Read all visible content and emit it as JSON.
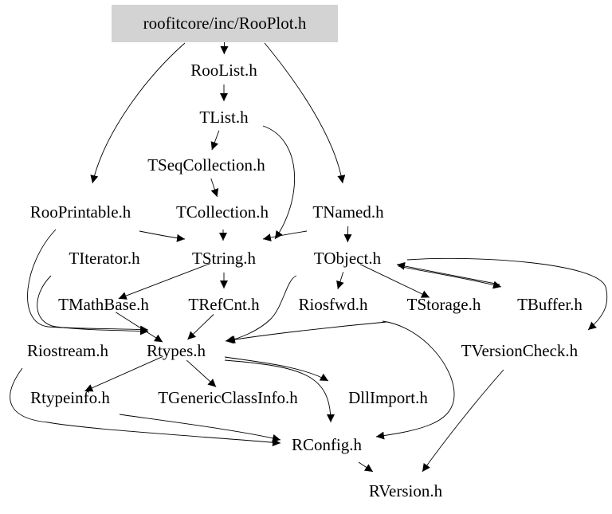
{
  "diagram": {
    "nodes": [
      {
        "id": "root",
        "label": "roofitcore/inc/RooPlot.h",
        "highlight": true
      },
      {
        "id": "roolist",
        "label": "RooList.h"
      },
      {
        "id": "tlist",
        "label": "TList.h"
      },
      {
        "id": "tseqcoll",
        "label": "TSeqCollection.h"
      },
      {
        "id": "rooprintable",
        "label": "RooPrintable.h"
      },
      {
        "id": "tcollection",
        "label": "TCollection.h"
      },
      {
        "id": "tnamed",
        "label": "TNamed.h"
      },
      {
        "id": "titerator",
        "label": "TIterator.h"
      },
      {
        "id": "tstring",
        "label": "TString.h"
      },
      {
        "id": "tobject",
        "label": "TObject.h"
      },
      {
        "id": "tmathbase",
        "label": "TMathBase.h"
      },
      {
        "id": "trefcnt",
        "label": "TRefCnt.h"
      },
      {
        "id": "riosfwd",
        "label": "Riosfwd.h"
      },
      {
        "id": "tstorage",
        "label": "TStorage.h"
      },
      {
        "id": "tbuffer",
        "label": "TBuffer.h"
      },
      {
        "id": "riostream",
        "label": "Riostream.h"
      },
      {
        "id": "rtypes",
        "label": "Rtypes.h"
      },
      {
        "id": "tversioncheck",
        "label": "TVersionCheck.h"
      },
      {
        "id": "rtypeinfo",
        "label": "Rtypeinfo.h"
      },
      {
        "id": "tgenericclassinfo",
        "label": "TGenericClassInfo.h"
      },
      {
        "id": "dllimport",
        "label": "DllImport.h"
      },
      {
        "id": "rconfig",
        "label": "RConfig.h"
      },
      {
        "id": "rversion",
        "label": "RVersion.h"
      }
    ],
    "edges": [
      [
        "root",
        "roolist"
      ],
      [
        "root",
        "rooprintable"
      ],
      [
        "root",
        "tnamed"
      ],
      [
        "roolist",
        "tlist"
      ],
      [
        "tlist",
        "tseqcoll"
      ],
      [
        "tlist",
        "tstring"
      ],
      [
        "tseqcoll",
        "tcollection"
      ],
      [
        "tcollection",
        "tstring"
      ],
      [
        "rooprintable",
        "tstring"
      ],
      [
        "rooprintable",
        "rtypes"
      ],
      [
        "tnamed",
        "tstring"
      ],
      [
        "tnamed",
        "tobject"
      ],
      [
        "titerator",
        "rtypes"
      ],
      [
        "tstring",
        "tmathbase"
      ],
      [
        "tstring",
        "trefcnt"
      ],
      [
        "tstring",
        "rtypes"
      ],
      [
        "tobject",
        "riosfwd"
      ],
      [
        "tobject",
        "tstorage"
      ],
      [
        "tobject",
        "tbuffer"
      ],
      [
        "tobject",
        "tversioncheck"
      ],
      [
        "tbuffer",
        "tobject"
      ],
      [
        "tmathbase",
        "rtypes"
      ],
      [
        "trefcnt",
        "rtypes"
      ],
      [
        "tstorage",
        "rtypes"
      ],
      [
        "tstorage",
        "rconfig"
      ],
      [
        "rtypes",
        "rtypeinfo"
      ],
      [
        "rtypes",
        "tgenericclassinfo"
      ],
      [
        "rtypes",
        "dllimport"
      ],
      [
        "rtypes",
        "rconfig"
      ],
      [
        "riostream",
        "rconfig"
      ],
      [
        "rtypeinfo",
        "rconfig"
      ],
      [
        "tversioncheck",
        "rversion"
      ],
      [
        "rconfig",
        "rversion"
      ]
    ]
  }
}
